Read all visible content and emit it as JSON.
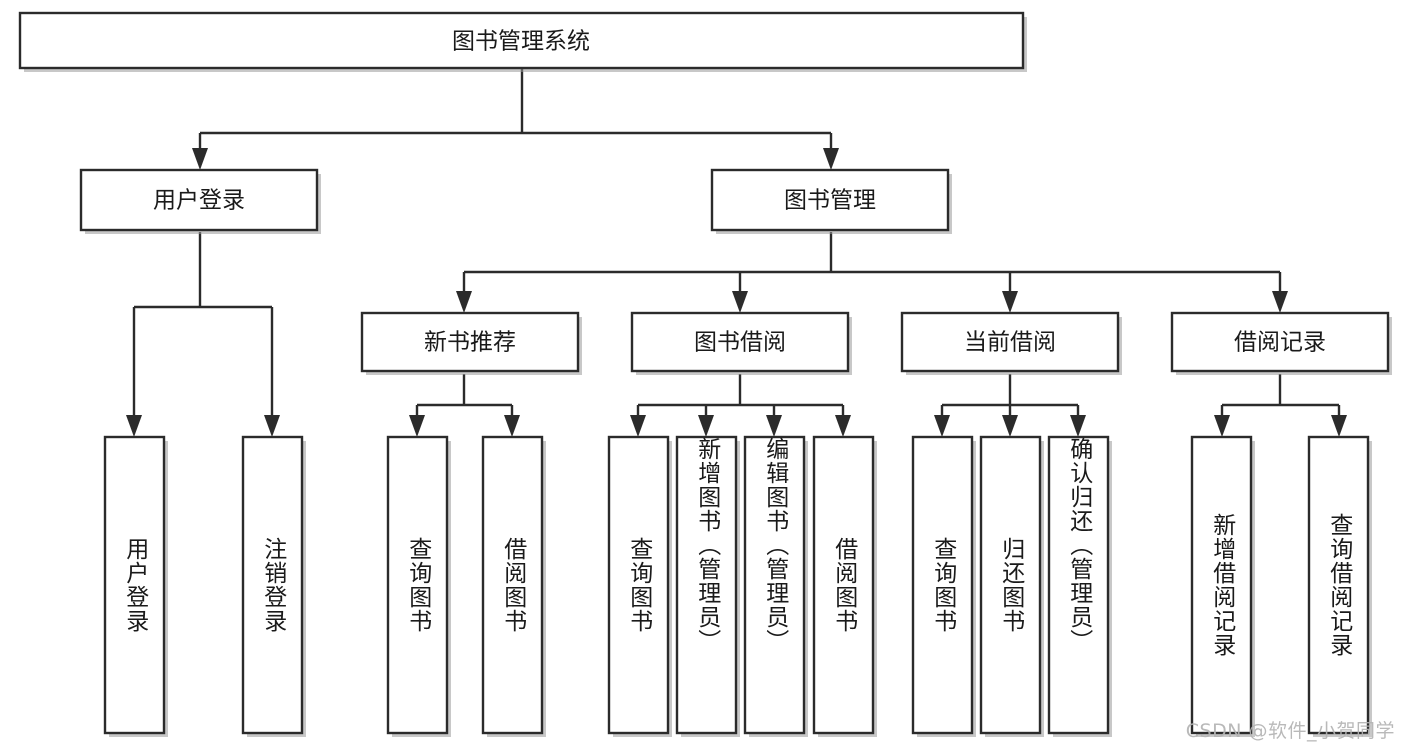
{
  "diagram": {
    "type": "tree-hierarchy",
    "title": "图书管理系统",
    "watermark": "CSDN @软件_小贺同学",
    "colors": {
      "box_stroke": "#2b2b2b",
      "box_fill": "#ffffff",
      "connector": "#2b2b2b",
      "text": "#1a1a1a",
      "watermark": "#b4b4b4",
      "background": "#ffffff"
    },
    "levels": [
      {
        "level": 1,
        "nodes": [
          {
            "id": "root",
            "label": "图书管理系统",
            "orientation": "horizontal"
          }
        ]
      },
      {
        "level": 2,
        "nodes": [
          {
            "id": "user-login",
            "label": "用户登录",
            "orientation": "horizontal",
            "parent": "root"
          },
          {
            "id": "book-mgmt",
            "label": "图书管理",
            "orientation": "horizontal",
            "parent": "root"
          }
        ]
      },
      {
        "level": 3,
        "nodes": [
          {
            "id": "new-book-rec",
            "label": "新书推荐",
            "orientation": "horizontal",
            "parent": "book-mgmt"
          },
          {
            "id": "book-borrow",
            "label": "图书借阅",
            "orientation": "horizontal",
            "parent": "book-mgmt"
          },
          {
            "id": "current-borrow",
            "label": "当前借阅",
            "orientation": "horizontal",
            "parent": "book-mgmt"
          },
          {
            "id": "borrow-record",
            "label": "借阅记录",
            "orientation": "horizontal",
            "parent": "book-mgmt"
          }
        ]
      },
      {
        "level": 4,
        "nodes": [
          {
            "id": "leaf-1",
            "label": "用户登录",
            "orientation": "vertical",
            "parent": "user-login"
          },
          {
            "id": "leaf-2",
            "label": "注销登录",
            "orientation": "vertical",
            "parent": "user-login"
          },
          {
            "id": "leaf-3",
            "label": "查询图书",
            "orientation": "vertical",
            "parent": "new-book-rec"
          },
          {
            "id": "leaf-4",
            "label": "借阅图书",
            "orientation": "vertical",
            "parent": "new-book-rec"
          },
          {
            "id": "leaf-5",
            "label": "查询图书",
            "orientation": "vertical",
            "parent": "book-borrow"
          },
          {
            "id": "leaf-6",
            "label": "新增图书（管理员）",
            "orientation": "vertical",
            "parent": "book-borrow"
          },
          {
            "id": "leaf-7",
            "label": "编辑图书（管理员）",
            "orientation": "vertical",
            "parent": "book-borrow"
          },
          {
            "id": "leaf-8",
            "label": "借阅图书",
            "orientation": "vertical",
            "parent": "book-borrow"
          },
          {
            "id": "leaf-9",
            "label": "查询图书",
            "orientation": "vertical",
            "parent": "current-borrow"
          },
          {
            "id": "leaf-10",
            "label": "归还图书",
            "orientation": "vertical",
            "parent": "current-borrow"
          },
          {
            "id": "leaf-11",
            "label": "确认归还（管理员）",
            "orientation": "vertical",
            "parent": "current-borrow"
          },
          {
            "id": "leaf-12",
            "label": "新增借阅记录",
            "orientation": "vertical",
            "parent": "borrow-record"
          },
          {
            "id": "leaf-13",
            "label": "查询借阅记录",
            "orientation": "vertical",
            "parent": "borrow-record"
          }
        ]
      }
    ]
  }
}
